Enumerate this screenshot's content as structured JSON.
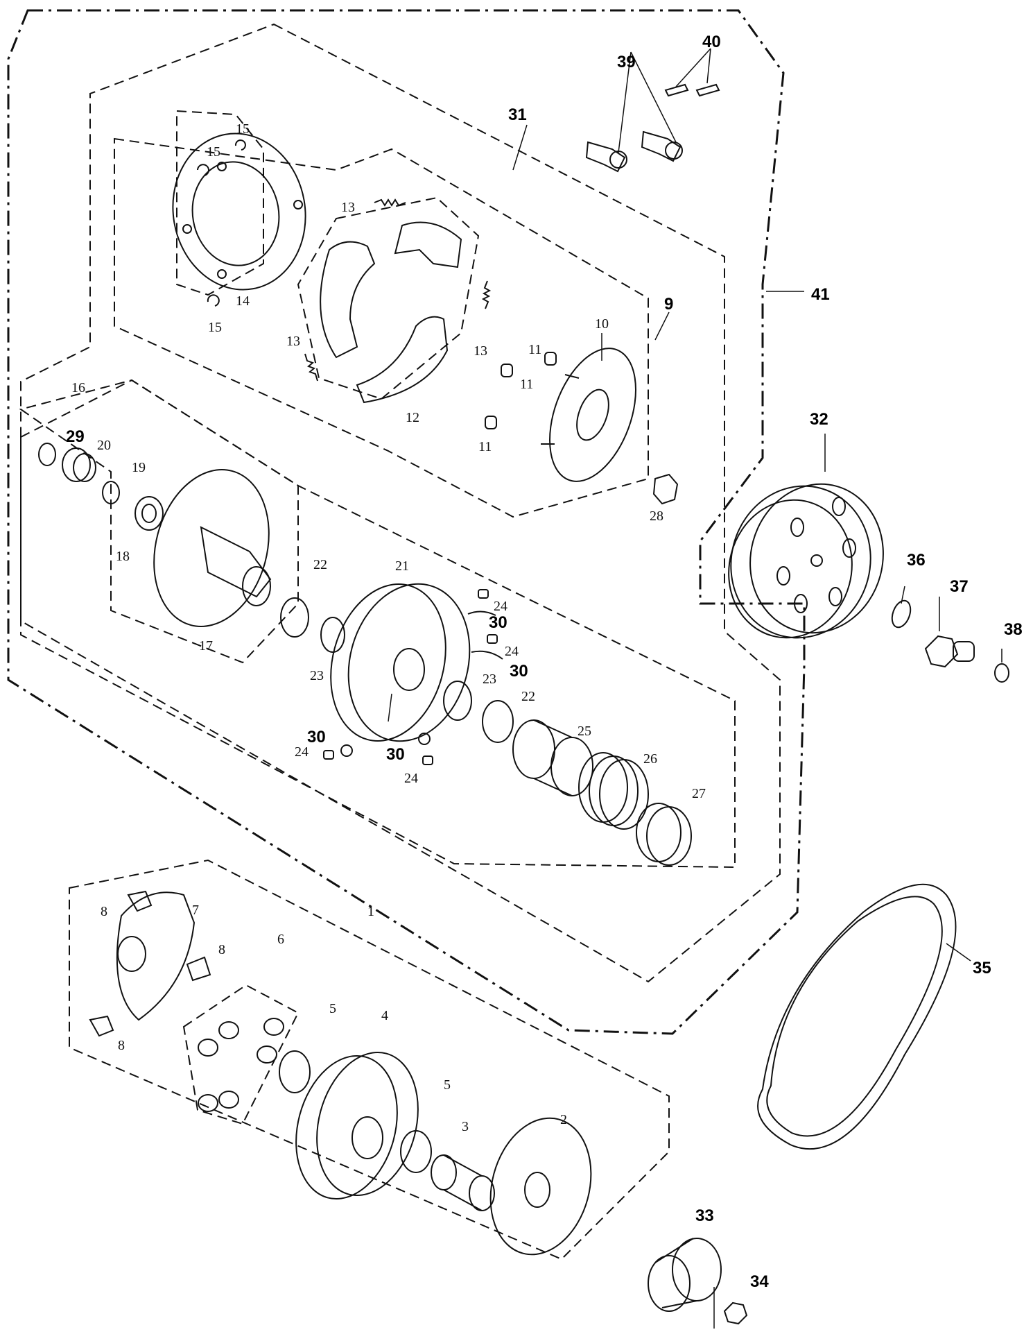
{
  "labels": {
    "l1": "1",
    "l2": "2",
    "l3": "3",
    "l4": "4",
    "l5a": "5",
    "l5b": "5",
    "l6": "6",
    "l7": "7",
    "l8a": "8",
    "l8b": "8",
    "l8c": "8",
    "l9": "9",
    "l10": "10",
    "l11a": "11",
    "l11b": "11",
    "l11c": "11",
    "l12": "12",
    "l13a": "13",
    "l13b": "13",
    "l13c": "13",
    "l14": "14",
    "l15a": "15",
    "l15b": "15",
    "l15c": "15",
    "l16": "16",
    "l17": "17",
    "l18": "18",
    "l19": "19",
    "l20": "20",
    "l21": "21",
    "l22a": "22",
    "l22b": "22",
    "l23a": "23",
    "l23b": "23",
    "l24a": "24",
    "l24b": "24",
    "l24c": "24",
    "l24d": "24",
    "l25": "25",
    "l26": "26",
    "l27": "27",
    "l28": "28",
    "l29": "29",
    "l30a": "30",
    "l30b": "30",
    "l30c": "30",
    "l30d": "30",
    "l31": "31",
    "l32": "32",
    "l33": "33",
    "l34": "34",
    "l35": "35",
    "l36": "36",
    "l37": "37",
    "l38": "38",
    "l39": "39",
    "l40": "40",
    "l41": "41"
  }
}
